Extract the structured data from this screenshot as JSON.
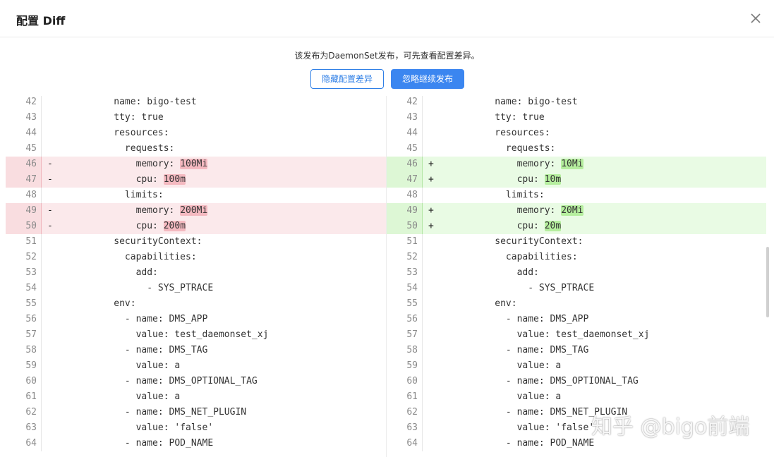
{
  "dialog": {
    "title": "配置 Diff",
    "close_icon": "close-icon",
    "notice": "该发布为DaemonSet发布，可先查看配置差异。",
    "hide_button": "隐藏配置差异",
    "ignore_button": "忽略继续发布"
  },
  "colors": {
    "primary": "#3b86f0",
    "deleted": "#fbe9eb",
    "added": "#e9fbe4"
  },
  "diff": {
    "left": [
      {
        "ln": "42",
        "type": "ctx",
        "pre": "          name: bigo-test"
      },
      {
        "ln": "43",
        "type": "ctx",
        "pre": "          tty: true"
      },
      {
        "ln": "44",
        "type": "ctx",
        "pre": "          resources:"
      },
      {
        "ln": "45",
        "type": "ctx",
        "pre": "            requests:"
      },
      {
        "ln": "46",
        "type": "del",
        "mark": "-",
        "pre": "              memory: ",
        "hl": "100Mi"
      },
      {
        "ln": "47",
        "type": "del",
        "mark": "-",
        "pre": "              cpu: ",
        "hl": "100m"
      },
      {
        "ln": "48",
        "type": "ctx",
        "pre": "            limits:"
      },
      {
        "ln": "49",
        "type": "del",
        "mark": "-",
        "pre": "              memory: ",
        "hl": "200Mi"
      },
      {
        "ln": "50",
        "type": "del",
        "mark": "-",
        "pre": "              cpu: ",
        "hl": "200m"
      },
      {
        "ln": "51",
        "type": "ctx",
        "pre": "          securityContext:"
      },
      {
        "ln": "52",
        "type": "ctx",
        "pre": "            capabilities:"
      },
      {
        "ln": "53",
        "type": "ctx",
        "pre": "              add:"
      },
      {
        "ln": "54",
        "type": "ctx",
        "pre": "                - SYS_PTRACE"
      },
      {
        "ln": "55",
        "type": "ctx",
        "pre": "          env:"
      },
      {
        "ln": "56",
        "type": "ctx",
        "pre": "            - name: DMS_APP"
      },
      {
        "ln": "57",
        "type": "ctx",
        "pre": "              value: test_daemonset_xj"
      },
      {
        "ln": "58",
        "type": "ctx",
        "pre": "            - name: DMS_TAG"
      },
      {
        "ln": "59",
        "type": "ctx",
        "pre": "              value: a"
      },
      {
        "ln": "60",
        "type": "ctx",
        "pre": "            - name: DMS_OPTIONAL_TAG"
      },
      {
        "ln": "61",
        "type": "ctx",
        "pre": "              value: a"
      },
      {
        "ln": "62",
        "type": "ctx",
        "pre": "            - name: DMS_NET_PLUGIN"
      },
      {
        "ln": "63",
        "type": "ctx",
        "pre": "              value: 'false'"
      },
      {
        "ln": "64",
        "type": "ctx",
        "pre": "            - name: POD_NAME"
      }
    ],
    "right": [
      {
        "ln": "42",
        "type": "ctx",
        "pre": "          name: bigo-test"
      },
      {
        "ln": "43",
        "type": "ctx",
        "pre": "          tty: true"
      },
      {
        "ln": "44",
        "type": "ctx",
        "pre": "          resources:"
      },
      {
        "ln": "45",
        "type": "ctx",
        "pre": "            requests:"
      },
      {
        "ln": "46",
        "type": "add",
        "mark": "+",
        "pre": "              memory: ",
        "hl": "10Mi"
      },
      {
        "ln": "47",
        "type": "add",
        "mark": "+",
        "pre": "              cpu: ",
        "hl": "10m"
      },
      {
        "ln": "48",
        "type": "ctx",
        "pre": "            limits:"
      },
      {
        "ln": "49",
        "type": "add",
        "mark": "+",
        "pre": "              memory: ",
        "hl": "20Mi"
      },
      {
        "ln": "50",
        "type": "add",
        "mark": "+",
        "pre": "              cpu: ",
        "hl": "20m"
      },
      {
        "ln": "51",
        "type": "ctx",
        "pre": "          securityContext:"
      },
      {
        "ln": "52",
        "type": "ctx",
        "pre": "            capabilities:"
      },
      {
        "ln": "53",
        "type": "ctx",
        "pre": "              add:"
      },
      {
        "ln": "54",
        "type": "ctx",
        "pre": "                - SYS_PTRACE"
      },
      {
        "ln": "55",
        "type": "ctx",
        "pre": "          env:"
      },
      {
        "ln": "56",
        "type": "ctx",
        "pre": "            - name: DMS_APP"
      },
      {
        "ln": "57",
        "type": "ctx",
        "pre": "              value: test_daemonset_xj"
      },
      {
        "ln": "58",
        "type": "ctx",
        "pre": "            - name: DMS_TAG"
      },
      {
        "ln": "59",
        "type": "ctx",
        "pre": "              value: a"
      },
      {
        "ln": "60",
        "type": "ctx",
        "pre": "            - name: DMS_OPTIONAL_TAG"
      },
      {
        "ln": "61",
        "type": "ctx",
        "pre": "              value: a"
      },
      {
        "ln": "62",
        "type": "ctx",
        "pre": "            - name: DMS_NET_PLUGIN"
      },
      {
        "ln": "63",
        "type": "ctx",
        "pre": "              value: 'false'"
      },
      {
        "ln": "64",
        "type": "ctx",
        "pre": "            - name: POD_NAME"
      }
    ]
  },
  "watermark": "知乎 @bigo前端"
}
